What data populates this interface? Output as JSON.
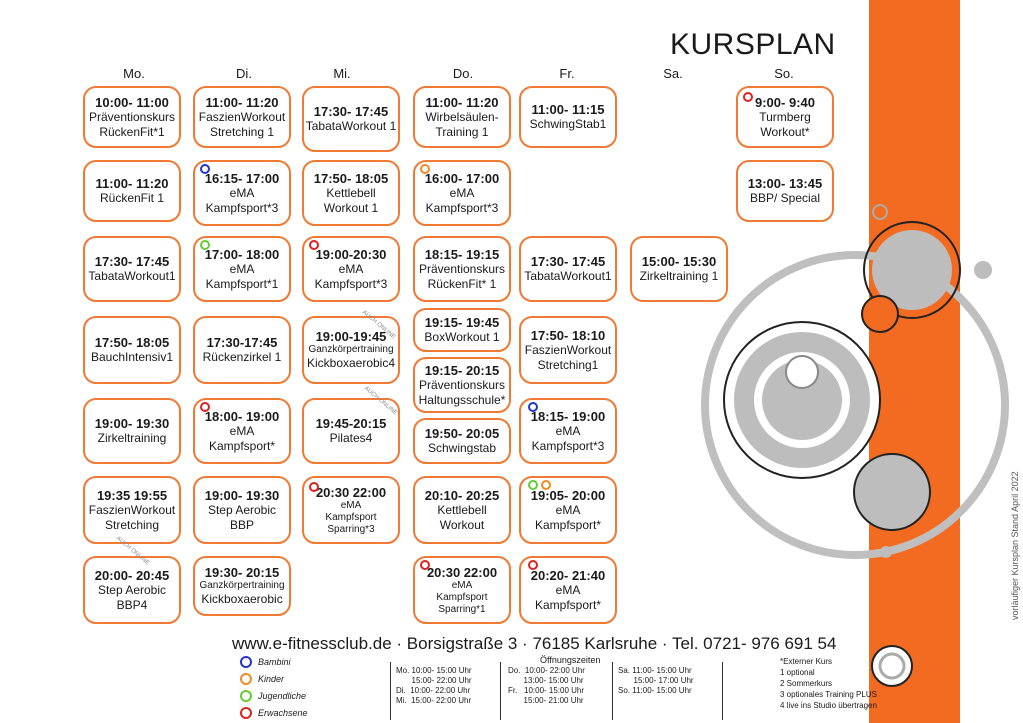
{
  "title": "KURSPLAN",
  "days": [
    "Mo.",
    "Di.",
    "Mi.",
    "Do.",
    "Fr.",
    "Sa.",
    "So."
  ],
  "courses": [
    {
      "time": "10:00- 11:00",
      "lines": [
        "Präventionskurs",
        "RückenFit*1"
      ]
    },
    {
      "time": "11:00- 11:20",
      "lines": [
        "FaszienWorkout",
        "Stretching 1"
      ]
    },
    {
      "time": "17:30- 17:45",
      "lines": [
        "TabataWorkout 1"
      ]
    },
    {
      "time": "11:00- 11:20",
      "lines": [
        "Wirbelsäulen-",
        "Training 1"
      ]
    },
    {
      "time": "11:00- 11:15",
      "lines": [
        "SchwingStab1"
      ]
    },
    {
      "time": "9:00- 9:40",
      "lines": [
        "Turmberg",
        "Workout*"
      ]
    },
    {
      "time": "11:00- 11:20",
      "lines": [
        "RückenFit 1"
      ]
    },
    {
      "time": "16:15- 17:00",
      "lines": [
        "eMA",
        "Kampfsport*3"
      ]
    },
    {
      "time": "17:50- 18:05",
      "lines": [
        "Kettlebell",
        "Workout 1"
      ]
    },
    {
      "time": "16:00- 17:00",
      "lines": [
        "eMA",
        "Kampfsport*3"
      ]
    },
    {
      "time": "13:00- 13:45",
      "lines": [
        "BBP/ Special"
      ]
    },
    {
      "time": "17:30- 17:45",
      "lines": [
        "TabataWorkout1"
      ]
    },
    {
      "time": "17:00- 18:00",
      "lines": [
        "eMA",
        "Kampfsport*1"
      ]
    },
    {
      "time": "19:00-20:30",
      "lines": [
        "eMA",
        "Kampfsport*3"
      ]
    },
    {
      "time": "18:15- 19:15",
      "lines": [
        "Präventionskurs",
        "RückenFit* 1"
      ]
    },
    {
      "time": "17:30- 17:45",
      "lines": [
        "TabataWorkout1"
      ]
    },
    {
      "time": "15:00- 15:30",
      "lines": [
        "Zirkeltraining 1"
      ]
    },
    {
      "time": "17:50- 18:05",
      "lines": [
        "BauchIntensiv1"
      ]
    },
    {
      "time": "17:30-17:45",
      "lines": [
        "Rückenzirkel 1"
      ]
    },
    {
      "time": "19:00-19:45",
      "lines": [
        "Ganzkörpertraining",
        "Kickboxaerobic4"
      ]
    },
    {
      "time": "19:15- 19:45",
      "lines": [
        "BoxWorkout 1"
      ]
    },
    {
      "time": "19:15- 20:15",
      "lines": [
        "Präventionskurs",
        "Haltungsschule*"
      ]
    },
    {
      "time": "17:50- 18:10",
      "lines": [
        "FaszienWorkout",
        "Stretching1"
      ]
    },
    {
      "time": "19:00- 19:30",
      "lines": [
        "Zirkeltraining"
      ]
    },
    {
      "time": "18:00- 19:00",
      "lines": [
        "eMA",
        "Kampfsport*"
      ]
    },
    {
      "time": "19:45-20:15",
      "lines": [
        "Pilates4"
      ]
    },
    {
      "time": "19:50- 20:05",
      "lines": [
        "Schwingstab"
      ]
    },
    {
      "time": "18:15- 19:00",
      "lines": [
        "eMA",
        "Kampfsport*3"
      ]
    },
    {
      "time": "19:35 19:55",
      "lines": [
        "FaszienWorkout",
        "Stretching"
      ]
    },
    {
      "time": "19:00- 19:30",
      "lines": [
        "Step Aerobic",
        "BBP"
      ]
    },
    {
      "time": "20:30 22:00",
      "lines": [
        "eMA",
        "Kampfsport",
        "Sparring*3"
      ]
    },
    {
      "time": "20:10- 20:25",
      "lines": [
        "Kettlebell",
        "Workout"
      ]
    },
    {
      "time": "19:05- 20:00",
      "lines": [
        "eMA",
        "Kampfsport*"
      ]
    },
    {
      "time": "20:00- 20:45",
      "lines": [
        "Step Aerobic",
        "BBP4"
      ]
    },
    {
      "time": "19:30- 20:15",
      "lines": [
        "Ganzkörpertraining",
        "Kickboxaerobic"
      ]
    },
    {
      "time": "20:30 22:00",
      "lines": [
        "eMA",
        "Kampfsport",
        "Sparring*1"
      ]
    },
    {
      "time": "20:20- 21:40",
      "lines": [
        "eMA",
        "Kampfsport*"
      ]
    }
  ],
  "stamps": [
    "AUCH ONLINE",
    "AUCH ONLINE",
    "AUCH ONLINE"
  ],
  "footer": "www.e-fitnessclub.de · Borsigstraße 3 · 76185 Karlsruhe · Tel. 0721- 976 691 54",
  "legend": [
    {
      "label": "Bambini",
      "color": "#2233cc"
    },
    {
      "label": "Kinder",
      "color": "#f08a24"
    },
    {
      "label": "Jugendliche",
      "color": "#66cc33"
    },
    {
      "label": "Erwachsene",
      "color": "#dd2222"
    }
  ],
  "hours_title": "Öffnungszeiten",
  "hours_col1": "Mo. 10:00- 15:00 Uhr\n       15:00- 22:00 Uhr\nDi.  10:00- 22:00 Uhr\nMi.  15:00- 22:00 Uhr",
  "hours_col2": "Do.  10:00- 22:00 Uhr\n       13:00- 15:00 Uhr\nFr.   10:00- 15:00 Uhr\n       15:00- 21:00 Uhr",
  "hours_col3": "Sa. 11:00- 15:00 Uhr\n       15:00- 17:00 Uhr\nSo. 11:00- 15:00 Uhr",
  "notes": "*Externer Kurs\n1 optional\n2 Sommerkurs\n3 optionales Training PLUS\n4 live ins Studio übertragen",
  "side_note": "vorläufiger Kursplan Stand April 2022",
  "colors": {
    "accent": "#f26b21",
    "border": "#f07a34"
  }
}
